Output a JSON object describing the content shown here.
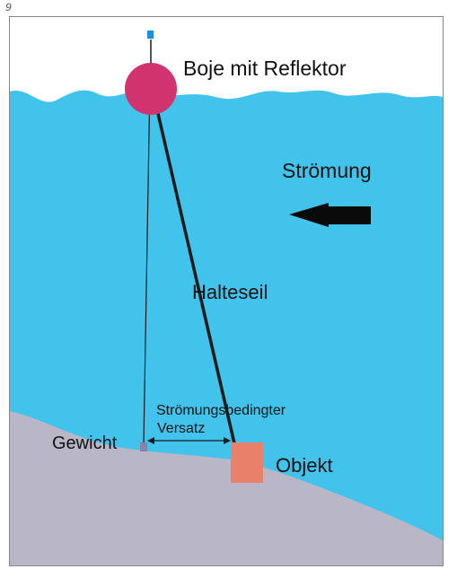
{
  "figure_number": "9",
  "labels": {
    "buoy": "Boje mit Reflektor",
    "current": "Strömung",
    "rope": "Halteseil",
    "offset_line1": "Strömungsbedingter",
    "offset_line2": "Versatz",
    "weight": "Gewicht",
    "object": "Objekt"
  },
  "colors": {
    "sky": "#ffffff",
    "water": "#42c3eb",
    "seabed": "#b9b6c7",
    "buoy": "#d0336e",
    "object": "#e8806a",
    "weight": "#8c7fa8",
    "flag": "#1a8fe0",
    "rope": "#1a1a1a",
    "frame": "#888888"
  }
}
